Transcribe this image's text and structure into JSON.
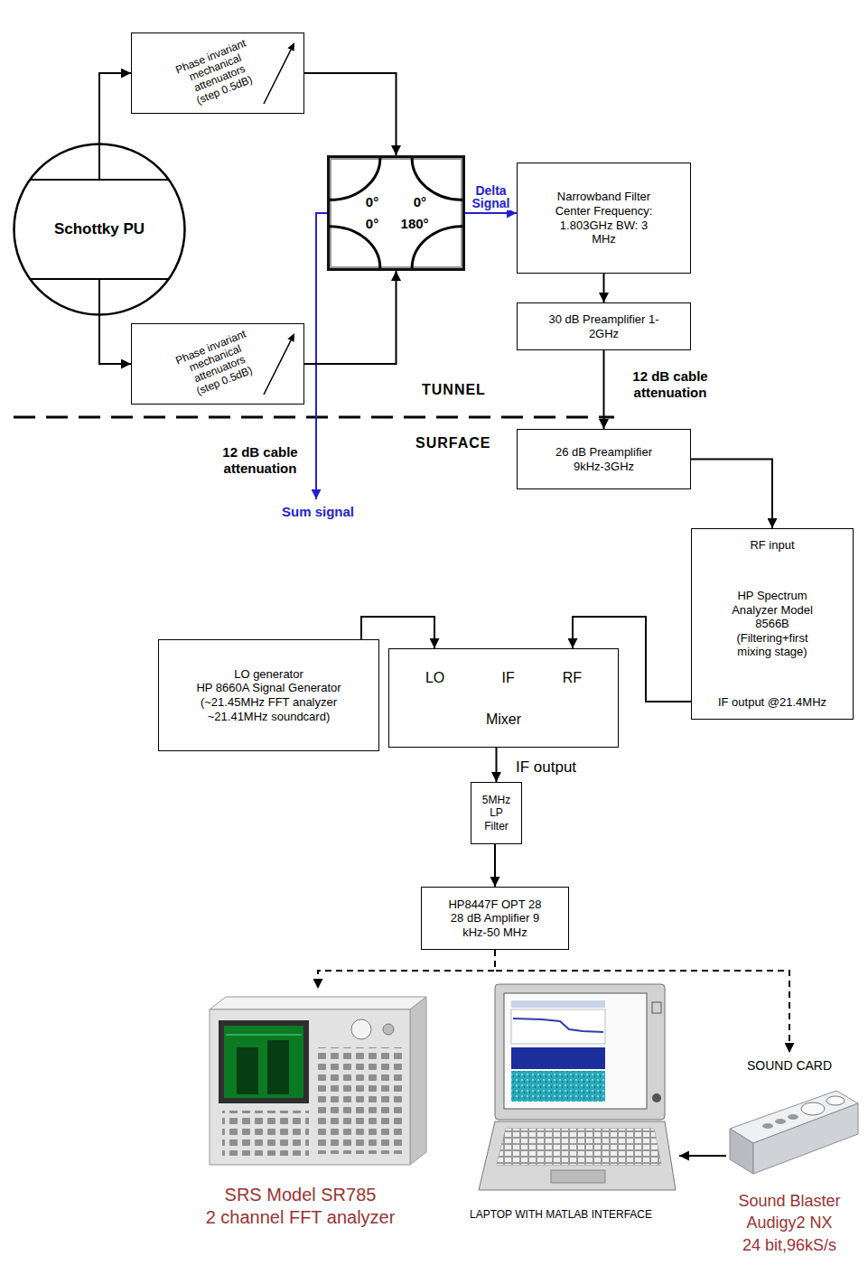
{
  "diagram": {
    "nodes": [
      {
        "text": [
          "Phase invariant mechanical attenuators (step 0.5dB)"
        ]
      },
      {
        "text": [
          "Schottky PU"
        ]
      },
      {
        "text": [
          "0°",
          "0°",
          "0°",
          "180°"
        ]
      },
      {
        "text": [
          "Narrowband Filter Center Frequency: 1.803GHz BW: 3 MHz"
        ]
      },
      {
        "text": [
          "30 dB Preamplifier 1-2GHz"
        ]
      },
      {
        "text": [
          "Phase invariant mechanical attenuators (step 0.5dB)"
        ]
      },
      {
        "text": [
          "26 dB Preamplifier 9kHz-3GHz"
        ]
      },
      {
        "text": [
          "RF input",
          "HP Spectrum Analyzer Model 8566B (Filtering+first mixing stage)",
          "IF output @21.4MHz"
        ]
      },
      {
        "text": [
          "LO generator",
          "HP 8660A Signal Generator (~21.45MHz FFT analyzer ~21.41MHz soundcard)"
        ]
      },
      {
        "text": [
          "LO",
          "IF",
          "RF",
          "Mixer"
        ]
      },
      {
        "text": [
          "5MHz LP Filter"
        ]
      },
      {
        "text": [
          "HP8447F OPT 28",
          "28 dB Amplifier 9 kHz-50 MHz"
        ]
      },
      {
        "text": [
          "SRS Model SR785",
          "2 channel FFT analyzer"
        ]
      },
      {
        "text": [
          "LAPTOP WITH MATLAB INTERFACE"
        ]
      },
      {
        "text": [
          "SOUND CARD",
          "Sound Blaster Audigy2 NX 24 bit,96kS/s"
        ]
      }
    ],
    "edges": [
      {
        "from": 1,
        "to": 0,
        "arrow": "to"
      },
      {
        "from": 1,
        "to": 5,
        "arrow": "to"
      },
      {
        "from": 0,
        "to": 2,
        "arrow": "to"
      },
      {
        "from": 5,
        "to": 2,
        "arrow": "to"
      },
      {
        "from": 2,
        "to": 3,
        "label": "Delta Signal",
        "arrow": "to"
      },
      {
        "from": 3,
        "to": 4,
        "arrow": "to"
      },
      {
        "from": 4,
        "to": 6,
        "arrow": "to"
      },
      {
        "from": 6,
        "to": 7,
        "arrow": "to"
      },
      {
        "from": 7,
        "to": 9,
        "arrow": "to"
      },
      {
        "from": 8,
        "to": 9,
        "arrow": "to"
      },
      {
        "from": 9,
        "to": 10,
        "arrow": "to"
      },
      {
        "from": 10,
        "to": 11,
        "arrow": "to"
      },
      {
        "from": 11,
        "to": 12,
        "arrow": "to"
      },
      {
        "from": 11,
        "to": 14,
        "arrow": "to"
      },
      {
        "from": 14,
        "to": 13,
        "arrow": "to"
      }
    ],
    "labels": [
      "12 dB cable attenuation",
      "TUNNEL",
      "SURFACE",
      "12 dB cable attenuation",
      "Sum signal",
      "IF output"
    ]
  }
}
